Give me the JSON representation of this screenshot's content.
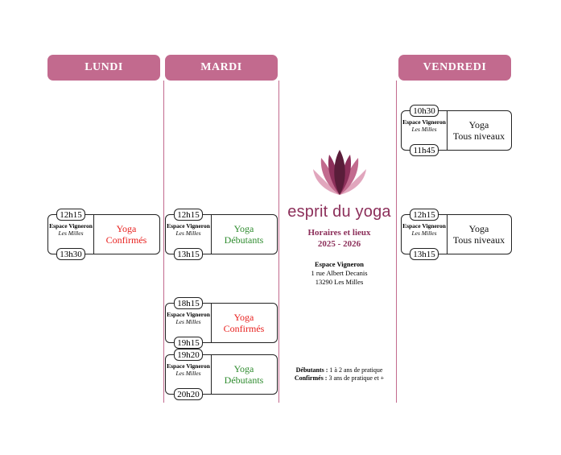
{
  "days": {
    "lundi": "LUNDI",
    "mardi": "MARDI",
    "vendredi": "VENDREDI"
  },
  "brand": {
    "name": "esprit du yoga",
    "subtitle_1": "Horaires et lieux",
    "subtitle_2": "2025 - 2026",
    "logo_colors": [
      "#5a1d3a",
      "#8c2f5a",
      "#c26a8e",
      "#e1a6bd"
    ]
  },
  "address": {
    "name": "Espace Vigneron",
    "line1": "1 rue Albert Decanis",
    "line2": "13290 Les Milles"
  },
  "legend": {
    "debutants_label": "Débutants :",
    "debutants_text": "1 à 2 ans de pratique",
    "confirmes_label": "Confirmés :",
    "confirmes_text": "3 ans de pratique et +"
  },
  "classes": {
    "lundi_1": {
      "start": "12h15",
      "end": "13h30",
      "venue": "Espace Vigneron",
      "city": "Les Milles",
      "title": "Yoga",
      "level": "Confirmés",
      "color": "#e8201e"
    },
    "mardi_1": {
      "start": "12h15",
      "end": "13h15",
      "venue": "Espace Vigneron",
      "city": "Les Milles",
      "title": "Yoga",
      "level": "Débutants",
      "color": "#2e8b2e"
    },
    "mardi_2": {
      "start": "18h15",
      "end": "19h15",
      "venue": "Espace Vigneron",
      "city": "Les Milles",
      "title": "Yoga",
      "level": "Confirmés",
      "color": "#e8201e"
    },
    "mardi_3": {
      "start": "19h20",
      "end": "20h20",
      "venue": "Espace Vigneron",
      "city": "Les Milles",
      "title": "Yoga",
      "level": "Débutants",
      "color": "#2e8b2e"
    },
    "vendredi_1": {
      "start": "10h30",
      "end": "11h45",
      "venue": "Espace Vigneron",
      "city": "Les Milles",
      "title": "Yoga",
      "level": "Tous niveaux",
      "color": "#111111"
    },
    "vendredi_2": {
      "start": "12h15",
      "end": "13h15",
      "venue": "Espace Vigneron",
      "city": "Les Milles",
      "title": "Yoga",
      "level": "Tous niveaux",
      "color": "#111111"
    }
  },
  "colors": {
    "accent": "#c26a8e",
    "debutants": "#2e8b2e",
    "confirmes": "#e8201e"
  }
}
